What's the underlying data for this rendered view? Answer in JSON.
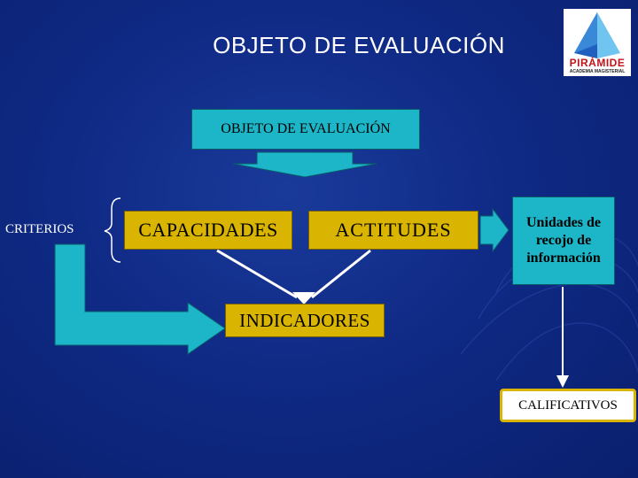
{
  "title": "OBJETO DE EVALUACIÓN",
  "logo": {
    "name": "PIRAMIDE",
    "display": "PIRÁMIDE",
    "subtitle": "ACADEMIA MAGISTERIAL"
  },
  "nodes": {
    "objeto": "OBJETO DE EVALUACIÓN",
    "criterios": "CRITERIOS",
    "capacidades": "CAPACIDADES",
    "actitudes": "ACTITUDES",
    "unidades": "Unidades de recojo de información",
    "indicadores": "INDICADORES",
    "calificativos": "CALIFICATIVOS"
  },
  "colors": {
    "background": "#0f2a85",
    "teal": "#1cb6c8",
    "gold": "#d9b400",
    "arrow": "#ffffff"
  }
}
